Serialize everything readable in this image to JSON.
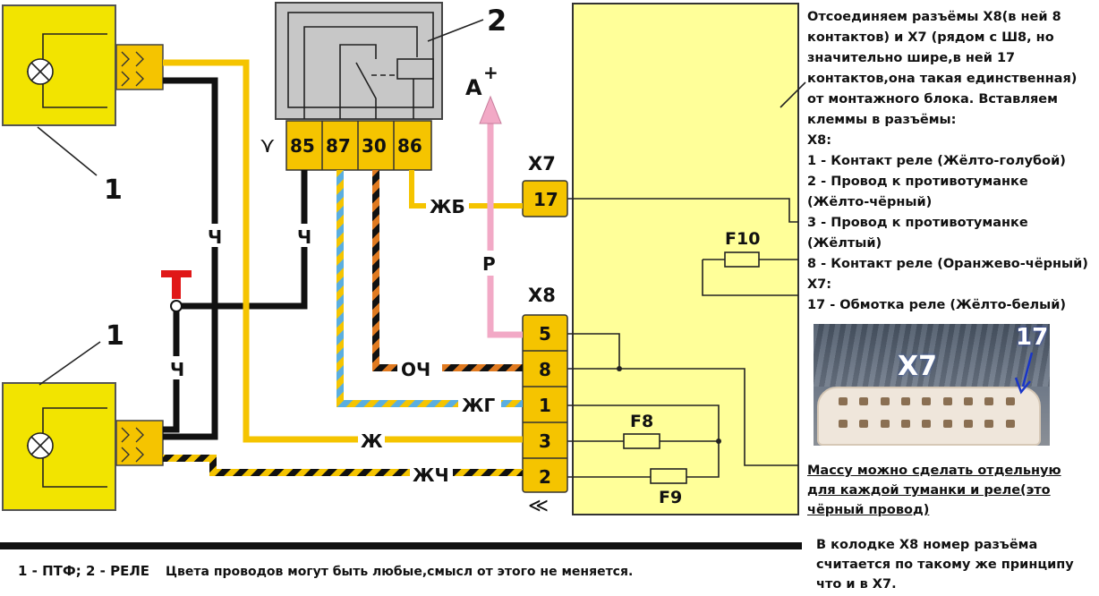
{
  "notes": {
    "intro": "Отсоединяем разъёмы Х8(в ней 8 контактов) и Х7 (рядом с Ш8, но значительно шире,в ней 17 контактов,она такая единственная) от монтажного блока. Вставляем клеммы в разъёмы:",
    "x8_header": "Х8:",
    "x8_items": [
      "1 - Контакт реле (Жёлто-голубой)",
      "2 - Провод к противотуманке (Жёлто-чёрный)",
      "3 - Провод к противотуманке (Жёлтый)",
      "8 - Контакт реле (Оранжево-чёрный)"
    ],
    "x7_header": "Х7:",
    "x7_items": [
      "17 - Обмотка реле (Жёлто-белый)"
    ],
    "ground_note": "Массу можно сделать отдельную для каждой туманки и реле(это чёрный провод)",
    "bottom_note": "В колодке Х8 номер разъёма считается по такому же принципу что и в Х7."
  },
  "legend": {
    "key": "1 - ПТФ; 2 - РЕЛЕ",
    "text": "Цвета проводов могут быть любые,смысл от этого не меняется."
  },
  "diagram": {
    "callout_lamp_top": "1",
    "callout_lamp_bottom": "1",
    "callout_relay": "2",
    "relay_pins": [
      "85",
      "87",
      "30",
      "86"
    ],
    "power_label": "А",
    "power_sign": "+",
    "x7_label": "Х7",
    "x7_pin": "17",
    "x8_label": "Х8",
    "x8_pins": [
      "5",
      "8",
      "1",
      "3",
      "2"
    ],
    "fuses": [
      "F10",
      "F8",
      "F9"
    ],
    "wire_labels": {
      "ch_left": "Ч",
      "ch_relay": "Ч",
      "ch_lower": "Ч",
      "zhb": "ЖБ",
      "r": "Р",
      "och": "ОЧ",
      "zhg": "ЖГ",
      "zh": "Ж",
      "zhch": "ЖЧ"
    },
    "ground_symbol": "Т"
  },
  "photo": {
    "connector_label": "Х7",
    "pin_number": "17"
  },
  "colors": {
    "yellow_block": "#ffff99",
    "lamp_yellow": "#f2e400",
    "relay_gray": "#c7c7c7",
    "terminal_yellow": "#f5c400",
    "wire_yellow": "#f5c400",
    "wire_black": "#111111",
    "wire_blue": "#5aaee0",
    "wire_orange": "#e07a20",
    "wire_pink": "#f2a9c6",
    "ground_red": "#e01818"
  }
}
